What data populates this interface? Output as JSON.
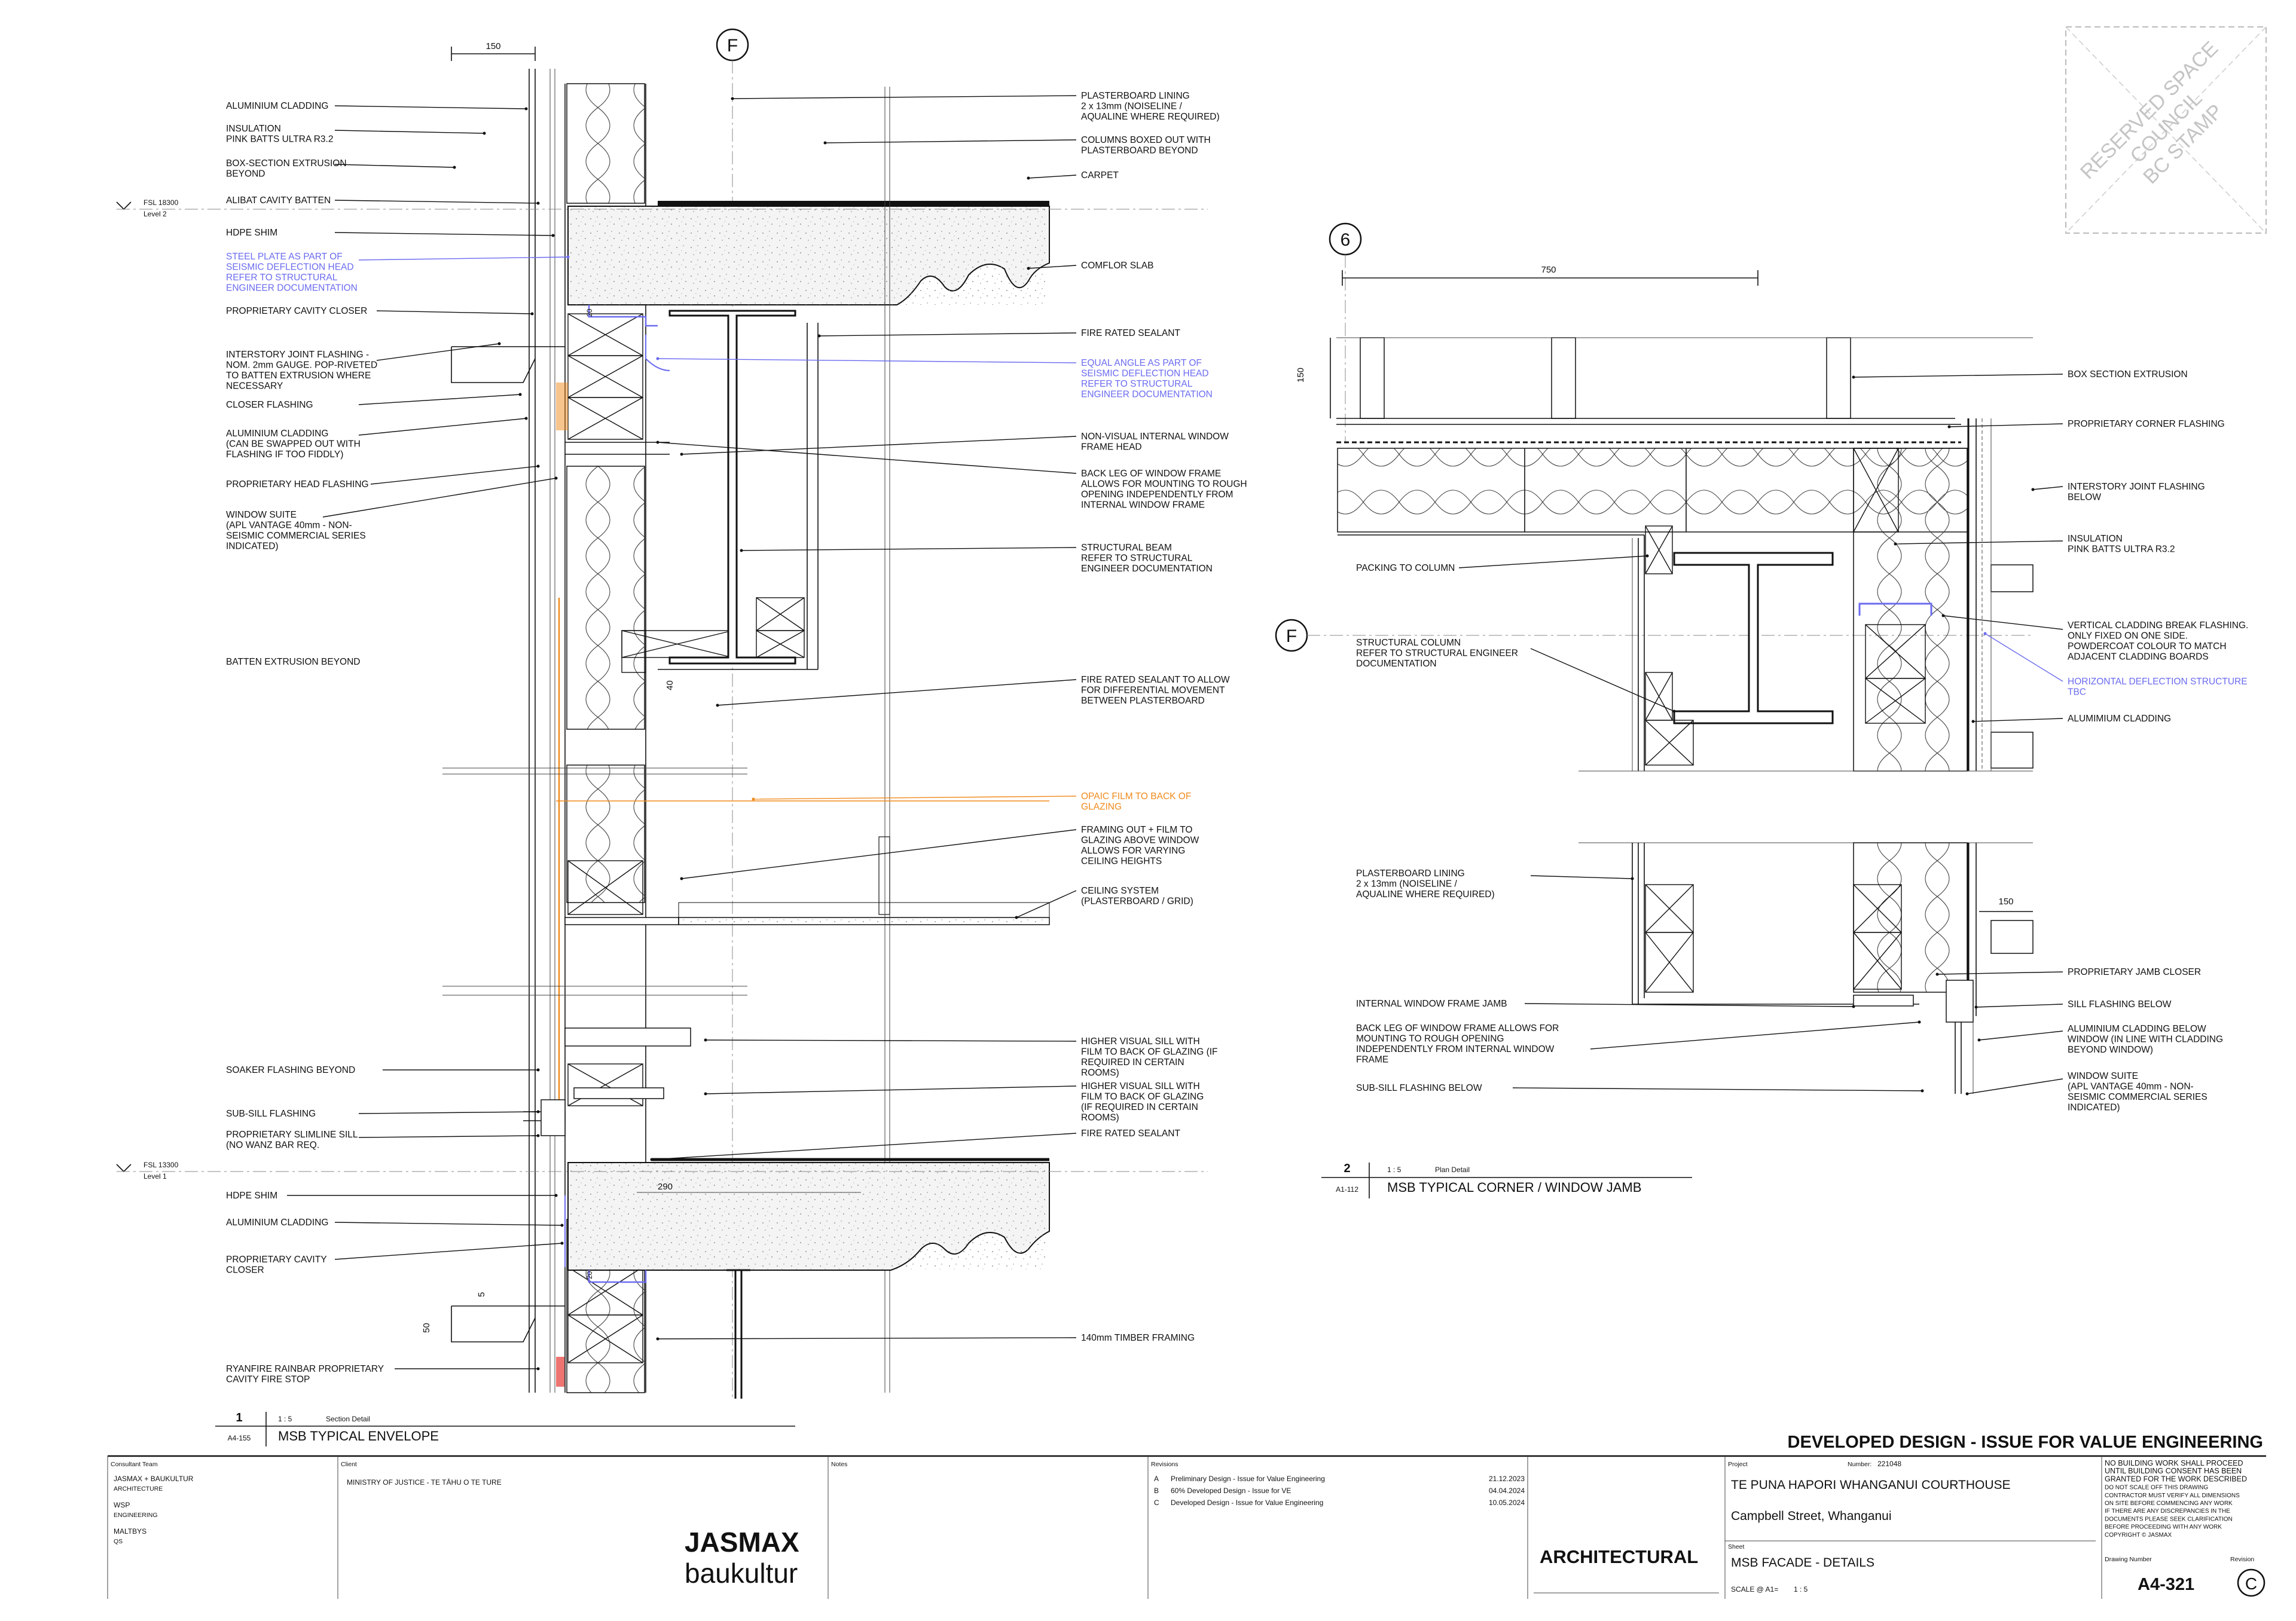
{
  "stamp": {
    "text_lines": [
      "RESERVED SPACE",
      "COUNCIL",
      "BC STAMP"
    ]
  },
  "gridlines": {
    "section_bubble": "F",
    "plan_bubble_top": "6",
    "plan_bubble_side": "F"
  },
  "section": {
    "dimensions": {
      "top_width": "150",
      "lower_gap": "290",
      "small_40": "40",
      "small_50": "50",
      "small_5": "5",
      "small_20a": "20",
      "small_20b": "20"
    },
    "levels": [
      {
        "rl": "FSL 18300",
        "name": "Level 2"
      },
      {
        "rl": "FSL 13300",
        "name": "Level 1"
      }
    ],
    "left_labels": [
      {
        "lines": [
          "ALUMINIUM CLADDING"
        ],
        "color": "black"
      },
      {
        "lines": [
          "INSULATION",
          "PINK BATTS ULTRA R3.2"
        ],
        "color": "black"
      },
      {
        "lines": [
          "BOX-SECTION EXTRUSION",
          "BEYOND"
        ],
        "color": "black"
      },
      {
        "lines": [
          "ALIBAT CAVITY BATTEN"
        ],
        "color": "black"
      },
      {
        "lines": [
          "HDPE SHIM"
        ],
        "color": "black"
      },
      {
        "lines": [
          "STEEL PLATE AS PART OF",
          "SEISMIC DEFLECTION HEAD",
          "REFER TO STRUCTURAL",
          "ENGINEER DOCUMENTATION"
        ],
        "color": "blue"
      },
      {
        "lines": [
          "PROPRIETARY CAVITY CLOSER"
        ],
        "color": "black"
      },
      {
        "lines": [
          "INTERSTORY JOINT FLASHING -",
          "NOM. 2mm GAUGE. POP-RIVETED",
          "TO BATTEN EXTRUSION WHERE",
          "NECESSARY"
        ],
        "color": "black"
      },
      {
        "lines": [
          "CLOSER FLASHING"
        ],
        "color": "black"
      },
      {
        "lines": [
          "ALUMINIUM CLADDING",
          "(CAN BE SWAPPED OUT WITH",
          "FLASHING IF TOO FIDDLY)"
        ],
        "color": "black"
      },
      {
        "lines": [
          "PROPRIETARY HEAD FLASHING"
        ],
        "color": "black"
      },
      {
        "lines": [
          "WINDOW SUITE",
          "(APL VANTAGE 40mm - NON-",
          "SEISMIC COMMERCIAL SERIES",
          "INDICATED)"
        ],
        "color": "black"
      },
      {
        "lines": [
          "BATTEN EXTRUSION BEYOND"
        ],
        "color": "black"
      },
      {
        "lines": [
          "SOAKER FLASHING BEYOND"
        ],
        "color": "black"
      },
      {
        "lines": [
          "SUB-SILL FLASHING"
        ],
        "color": "black"
      },
      {
        "lines": [
          "PROPRIETARY SLIMLINE SILL",
          "(NO WANZ BAR REQ."
        ],
        "color": "black"
      },
      {
        "lines": [
          "HDPE SHIM"
        ],
        "color": "black"
      },
      {
        "lines": [
          "ALUMINIUM CLADDING"
        ],
        "color": "black"
      },
      {
        "lines": [
          "PROPRIETARY CAVITY",
          "CLOSER"
        ],
        "color": "black"
      },
      {
        "lines": [
          "RYANFIRE RAINBAR PROPRIETARY",
          "CAVITY FIRE STOP"
        ],
        "color": "black"
      }
    ],
    "right_labels": [
      {
        "lines": [
          "PLASTERBOARD LINING",
          "2 x 13mm  (NOISELINE /",
          "AQUALINE WHERE REQUIRED)"
        ],
        "color": "black"
      },
      {
        "lines": [
          "COLUMNS BOXED OUT WITH",
          "PLASTERBOARD BEYOND"
        ],
        "color": "black"
      },
      {
        "lines": [
          "CARPET"
        ],
        "color": "black"
      },
      {
        "lines": [
          "COMFLOR SLAB"
        ],
        "color": "black"
      },
      {
        "lines": [
          "FIRE RATED SEALANT"
        ],
        "color": "black"
      },
      {
        "lines": [
          "EQUAL ANGLE AS PART OF",
          "SEISMIC DEFLECTION HEAD",
          "REFER TO STRUCTURAL",
          "ENGINEER DOCUMENTATION"
        ],
        "color": "blue"
      },
      {
        "lines": [
          "NON-VISUAL INTERNAL WINDOW",
          "FRAME HEAD"
        ],
        "color": "black"
      },
      {
        "lines": [
          "BACK LEG OF WINDOW FRAME",
          "ALLOWS FOR MOUNTING TO ROUGH",
          "OPENING INDEPENDENTLY FROM",
          "INTERNAL WINDOW FRAME"
        ],
        "color": "black"
      },
      {
        "lines": [
          "STRUCTURAL BEAM",
          "REFER TO STRUCTURAL",
          "ENGINEER DOCUMENTATION"
        ],
        "color": "black"
      },
      {
        "lines": [
          "FIRE RATED SEALANT TO ALLOW",
          "FOR DIFFERENTIAL MOVEMENT",
          "BETWEEN PLASTERBOARD"
        ],
        "color": "black"
      },
      {
        "lines": [
          "OPAIC FILM TO BACK OF",
          "GLAZING"
        ],
        "color": "orange"
      },
      {
        "lines": [
          "FRAMING OUT + FILM TO",
          "GLAZING ABOVE WINDOW",
          "ALLOWS FOR VARYING",
          "CEILING HEIGHTS"
        ],
        "color": "black"
      },
      {
        "lines": [
          "CEILING SYSTEM",
          "(PLASTERBOARD / GRID)"
        ],
        "color": "black"
      },
      {
        "lines": [
          "HIGHER VISUAL SILL WITH",
          "FILM TO BACK OF GLAZING (IF",
          "REQUIRED IN CERTAIN",
          "ROOMS)"
        ],
        "color": "black"
      },
      {
        "lines": [
          "HIGHER VISUAL SILL WITH",
          "FILM TO BACK OF GLAZING",
          "(IF REQUIRED IN CERTAIN",
          "ROOMS)"
        ],
        "color": "black"
      },
      {
        "lines": [
          "FIRE RATED SEALANT"
        ],
        "color": "black"
      },
      {
        "lines": [
          "140mm TIMBER FRAMING"
        ],
        "color": "black"
      }
    ],
    "title_block": {
      "number": "1",
      "scale": "1 : 5",
      "type": "Section Detail",
      "ref": "A4-155",
      "title": "MSB TYPICAL ENVELOPE"
    }
  },
  "plan": {
    "dimensions": {
      "width": "750",
      "height": "150",
      "lower_width": "150"
    },
    "left_labels": [
      {
        "lines": [
          "PACKING TO COLUMN"
        ],
        "color": "black"
      },
      {
        "lines": [
          "STRUCTURAL COLUMN",
          "REFER TO STRUCTURAL ENGINEER",
          "DOCUMENTATION"
        ],
        "color": "black"
      },
      {
        "lines": [
          "PLASTERBOARD LINING",
          "2 x 13mm  (NOISELINE /",
          "AQUALINE WHERE REQUIRED)"
        ],
        "color": "black"
      },
      {
        "lines": [
          "INTERNAL WINDOW FRAME JAMB"
        ],
        "color": "black"
      },
      {
        "lines": [
          "BACK LEG OF WINDOW FRAME ALLOWS FOR",
          "MOUNTING TO ROUGH OPENING",
          "INDEPENDENTLY FROM INTERNAL WINDOW",
          "FRAME"
        ],
        "color": "black"
      },
      {
        "lines": [
          "SUB-SILL FLASHING BELOW"
        ],
        "color": "black"
      }
    ],
    "right_labels": [
      {
        "lines": [
          "BOX SECTION EXTRUSION"
        ],
        "color": "black"
      },
      {
        "lines": [
          "PROPRIETARY CORNER FLASHING"
        ],
        "color": "black"
      },
      {
        "lines": [
          "INTERSTORY JOINT FLASHING",
          "BELOW"
        ],
        "color": "black"
      },
      {
        "lines": [
          "INSULATION",
          "PINK BATTS ULTRA R3.2"
        ],
        "color": "black"
      },
      {
        "lines": [
          "VERTICAL CLADDING BREAK FLASHING.",
          "ONLY FIXED ON ONE SIDE.",
          "POWDERCOAT COLOUR TO MATCH",
          "ADJACENT CLADDING BOARDS"
        ],
        "color": "black"
      },
      {
        "lines": [
          "HORIZONTAL DEFLECTION STRUCTURE",
          "TBC"
        ],
        "color": "blue"
      },
      {
        "lines": [
          "ALUMIMIUM CLADDING"
        ],
        "color": "black"
      },
      {
        "lines": [
          "PROPRIETARY JAMB CLOSER"
        ],
        "color": "black"
      },
      {
        "lines": [
          "SILL FLASHING BELOW"
        ],
        "color": "black"
      },
      {
        "lines": [
          "ALUMINIUM CLADDING BELOW",
          "WINDOW (IN LINE WITH CLADDING",
          "BEYOND WINDOW)"
        ],
        "color": "black"
      },
      {
        "lines": [
          "WINDOW SUITE",
          "(APL VANTAGE 40mm - NON-",
          "SEISMIC COMMERCIAL SERIES",
          "INDICATED)"
        ],
        "color": "black"
      }
    ],
    "title_block": {
      "number": "2",
      "scale": "1 : 5",
      "type": "Plan Detail",
      "ref": "A1-112",
      "title": "MSB TYPICAL CORNER / WINDOW JAMB"
    }
  },
  "titleblock": {
    "status": "DEVELOPED DESIGN - ISSUE FOR VALUE ENGINEERING",
    "consultant_header": "Consultant Team",
    "consultants": [
      {
        "name": "JASMAX + BAUKULTUR",
        "role": "ARCHITECTURE"
      },
      {
        "name": "WSP",
        "role": "ENGINEERING"
      },
      {
        "name": "MALTBYS",
        "role": "QS"
      }
    ],
    "client_header": "Client",
    "client": "MINISTRY OF JUSTICE - TE TĀHU O TE TURE",
    "notes_header": "Notes",
    "logo_line1": "JASMAX",
    "logo_line2": "baukultur",
    "revisions_header": "Revisions",
    "revisions": [
      {
        "rev": "A",
        "desc": "Preliminary Design - Issue for Value Engineering",
        "date": "21.12.2023"
      },
      {
        "rev": "B",
        "desc": "60% Developed Design - Issue for VE",
        "date": "04.04.2024"
      },
      {
        "rev": "C",
        "desc": "Developed Design - Issue for Value Engineering",
        "date": "10.05.2024"
      }
    ],
    "discipline": "ARCHITECTURAL",
    "project_header": "Project",
    "number_label": "Number:",
    "project_number": "221048",
    "project_name": "TE PUNA HAPORI WHANGANUI COURTHOUSE",
    "project_address": "Campbell Street, Whanganui",
    "sheet_header": "Sheet",
    "sheet_name": "MSB FACADE - DETAILS",
    "scale_label": "SCALE @ A1=",
    "scale_value": "1 : 5",
    "notice_lines": [
      "NO BUILDING WORK SHALL PROCEED",
      "UNTIL BUILDING CONSENT HAS BEEN",
      "GRANTED FOR THE WORK DESCRIBED",
      "DO NOT SCALE OFF THIS DRAWING",
      "CONTRACTOR MUST VERIFY ALL DIMENSIONS",
      "ON SITE BEFORE COMMENCING ANY WORK",
      "IF THERE ARE ANY DISCREPANCIES IN THE",
      "DOCUMENTS PLEASE SEEK CLARIFICATION",
      "BEFORE PROCEEDING WITH ANY WORK",
      "COPYRIGHT © JASMAX"
    ],
    "drawing_number_label": "Drawing Number",
    "revision_label": "Revision",
    "drawing_number": "A4-321",
    "revision": "C"
  },
  "colors": {
    "annotation_blue": "#6b6bf0",
    "annotation_orange": "#f08a1c",
    "line": "#111111"
  }
}
